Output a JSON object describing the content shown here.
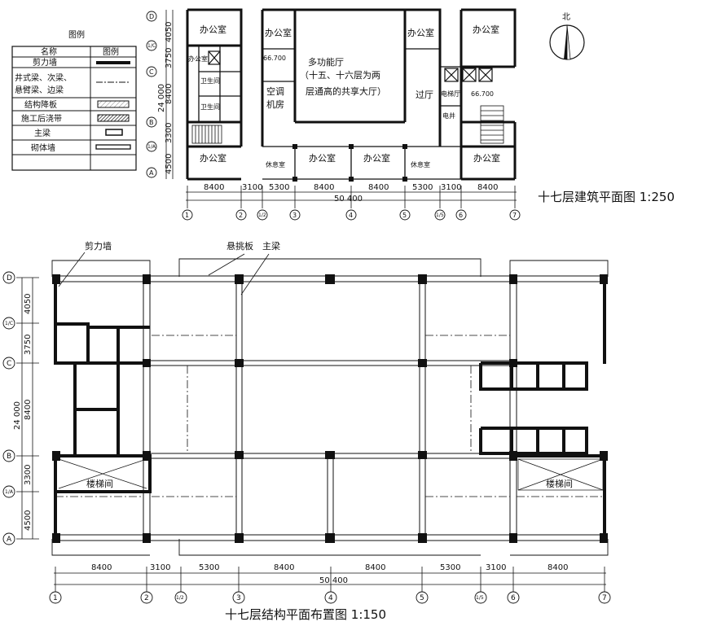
{
  "legend": {
    "title": "图例",
    "header_name": "名称",
    "header_symbol": "图例",
    "items": [
      {
        "name": "剪力墙"
      },
      {
        "name": "井式梁、次梁、"
      },
      {
        "name": "悬臂梁、边梁"
      },
      {
        "name": "结构降板"
      },
      {
        "name": "施工后浇带"
      },
      {
        "name": "主梁"
      },
      {
        "name": "砌体墙"
      }
    ]
  },
  "north_label": "北",
  "top_plan": {
    "title": "十七层建筑平面图 1:250",
    "rooms": {
      "office": "办公室",
      "office_small": "办公室",
      "multi1": "多功能厅",
      "multi2": "（十五、十六层为两",
      "multi3": "层通高的共享大厅）",
      "ac1": "空调",
      "ac2": "机房",
      "wc": "卫生间",
      "lounge": "休息室",
      "hall": "过厅",
      "elev_hall": "电梯厅",
      "pipe": "电井",
      "elev_a": "66.700",
      "elev_b": "66.700"
    },
    "x_dims": [
      "8400",
      "3100",
      "5300",
      "8400",
      "8400",
      "5300",
      "3100",
      "8400"
    ],
    "total": "50 400",
    "y_dims": [
      "4050",
      "3750",
      "8400",
      "3300",
      "4500"
    ],
    "y_total": "24 000",
    "axes_x": [
      "1",
      "2",
      "1/2",
      "3",
      "4",
      "5",
      "1/5",
      "6",
      "7"
    ],
    "axes_y": [
      "D",
      "1/C",
      "C",
      "B",
      "1/A",
      "A"
    ]
  },
  "bottom_plan": {
    "title": "十七层结构平面布置图 1:150",
    "labels": {
      "shear_wall": "剪力墙",
      "cantilever": "悬挑板",
      "main_beam": "主梁",
      "stair": "楼梯间"
    },
    "x_dims": [
      "8400",
      "3100",
      "5300",
      "8400",
      "8400",
      "5300",
      "3100",
      "8400"
    ],
    "total": "50 400",
    "y_dims": [
      "4050",
      "3750",
      "8400",
      "3300",
      "4500"
    ],
    "y_total": "24 000",
    "axes_x": [
      "1",
      "2",
      "1/2",
      "3",
      "4",
      "5",
      "1/5",
      "6",
      "7"
    ],
    "axes_y": [
      "D",
      "1/C",
      "C",
      "B",
      "1/A",
      "A"
    ]
  }
}
